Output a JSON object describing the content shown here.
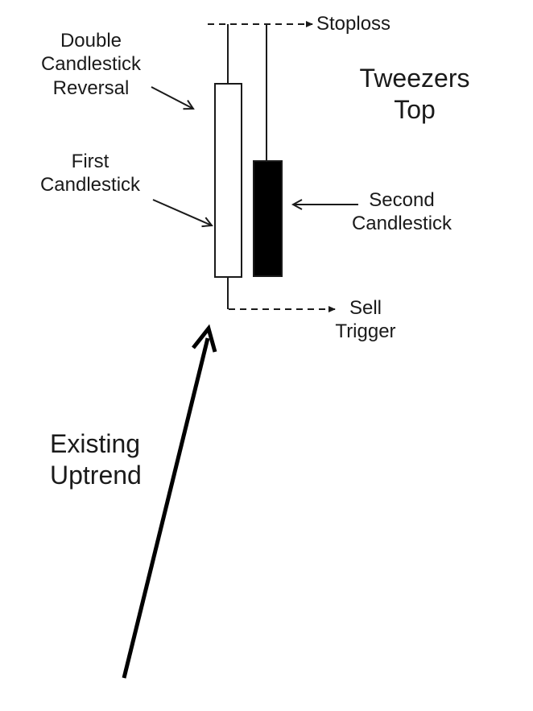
{
  "diagram": {
    "title": [
      "Tweezers",
      "Top"
    ],
    "labels": {
      "double_candlestick_reversal": [
        "Double",
        "Candlestick",
        "Reversal"
      ],
      "first_candlestick": [
        "First",
        "Candlestick"
      ],
      "second_candlestick": [
        "Second",
        "Candlestick"
      ],
      "stoploss": "Stoploss",
      "sell_trigger": [
        "Sell",
        "Trigger"
      ],
      "existing_uptrend": [
        "Existing",
        "Uptrend"
      ]
    },
    "candles": [
      {
        "label": "First Candlestick",
        "body_fill": "#ffffff",
        "outline": "#1a1a1a"
      },
      {
        "label": "Second Candlestick",
        "body_fill": "#000000",
        "outline": "#1a1a1a"
      }
    ],
    "colors": {
      "ink": "#1a1a1a",
      "background": "#ffffff"
    }
  }
}
